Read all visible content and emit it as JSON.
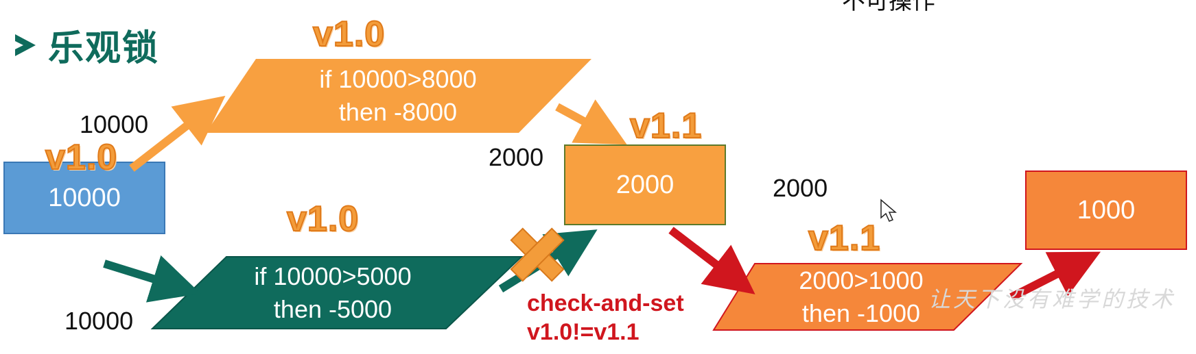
{
  "title": "乐观锁",
  "top_clip_text": "不可操作",
  "watermark": "让天下没有难学的技术",
  "initial_box": {
    "value": "10000",
    "color": "#5b9bd5"
  },
  "left_version": "v1.0",
  "left_top_amount": "10000",
  "left_bottom_amount": "10000",
  "top_transaction": {
    "version": "v1.0",
    "line1": "if 10000>8000",
    "line2": "then -8000",
    "color": "#f8a040"
  },
  "bottom_transaction": {
    "version": "v1.0",
    "line1": "if 10000>5000",
    "line2": "then -5000",
    "color": "#0f6b5c"
  },
  "middle_box": {
    "value": "2000",
    "version": "v1.1",
    "label": "2000",
    "color": "#f8a040"
  },
  "second_amount": "2000",
  "third_transaction": {
    "version": "v1.1",
    "line1": "2000>1000",
    "line2": "then -1000",
    "color": "#f5873a"
  },
  "final_box": {
    "value": "1000",
    "color": "#f5873a"
  },
  "conflict": {
    "line1": "check-and-set",
    "line2": "v1.0!=v1.1",
    "color": "#d0161e"
  },
  "colors": {
    "orange_arrow": "#f8a040",
    "teal_arrow": "#0f6b5c",
    "red_arrow": "#d0161e",
    "cross": "#f39c3a"
  }
}
